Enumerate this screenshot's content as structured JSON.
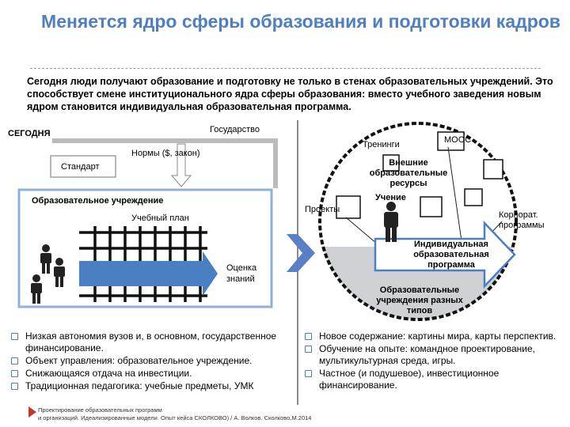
{
  "title": "Меняется ядро сферы образования и подготовки кадров",
  "intro": "Сегодня люди получают образование и подготовку не только в стенах образовательных учреждений. Это способствует смене институционального ядра сферы образования: вместо учебного заведения новым ядром становится индивидуальная образовательная программа.",
  "left": {
    "today_label": "СЕГОДНЯ",
    "state": "Государство",
    "norms": "Нормы ($, закон)",
    "standard": "Стандарт",
    "institution": "Образовательное учреждение",
    "curriculum": "Учебный план",
    "assessment": "Оценка знаний",
    "bullets": [
      "Низкая автономия вузов и, в основном, государственное финансирование.",
      "Объект управления: образовательное учреждение.",
      "Снижающаяся отдача на инвестиции.",
      "Традиционная педагогика: учебные предметы, УМК"
    ]
  },
  "right": {
    "trainings": "Тренинги",
    "mooc": "МООС",
    "external": "Внешние образовательные ресурсы",
    "learning": "Учение",
    "projects": "Проекты",
    "corporate": "Корпорат. программы",
    "individual": "Индивидуальная образовательная программа",
    "institutions": "Образовательные учреждения разных типов",
    "bullets": [
      "Новое содержание: картины мира, карты перспектив.",
      "Обучение на опыте: командное проектирование, мультикультурная среда, игры.",
      "Частное (и подушевое), инвестиционное финансирование."
    ]
  },
  "footer": {
    "line1": "Проектирование образовательных программ",
    "line2": "и организаций. Идеализированные модели. Опыт кейса СКОЛКОВО) / А. Волков. Сколково,М.2014"
  },
  "colors": {
    "title": "#4f7fc0",
    "arrow": "#4a7fc4",
    "divider_arrow": "#5b7fc7",
    "bullet": "#4f7fc0"
  }
}
